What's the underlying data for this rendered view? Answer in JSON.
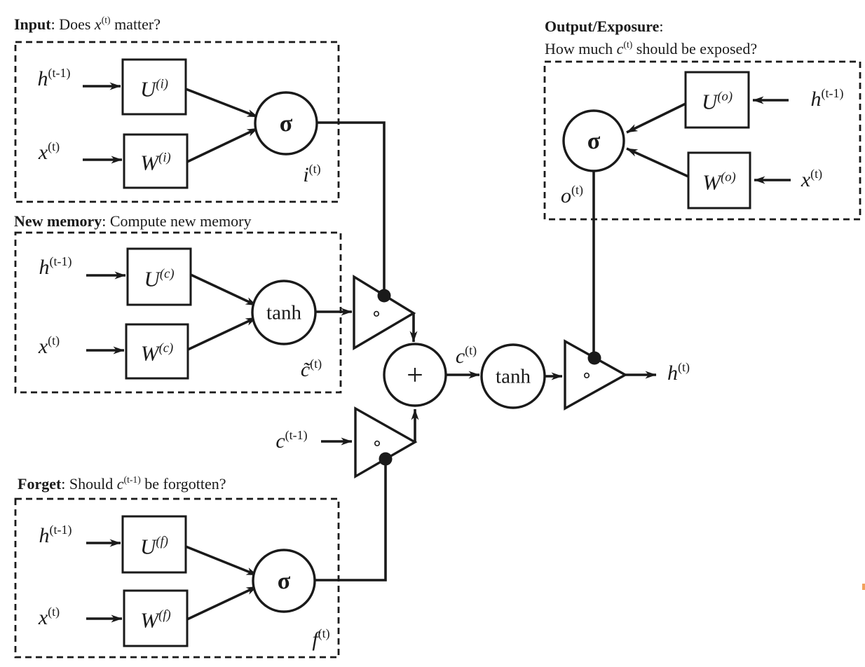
{
  "palette": {
    "ink": "#1a1a1a",
    "background": "#ffffff",
    "artifact_orange": "#f2a25c"
  },
  "gates": {
    "input": {
      "title_bold": "Input",
      "title_mid": ": Does ",
      "math_base": "x",
      "math_sup": "(t)",
      "title_tail": " matter?",
      "h_base": "h",
      "h_sup": "(t-1)",
      "u_base": "U",
      "u_sup": "(i)",
      "x_base": "x",
      "x_sup": "(t)",
      "w_base": "W",
      "w_sup": "(i)",
      "activation": "σ",
      "out_base": "i",
      "out_sup": "(t)"
    },
    "new_memory": {
      "title_bold": "New memory",
      "title_tail": ": Compute new memory",
      "h_base": "h",
      "h_sup": "(t-1)",
      "u_base": "U",
      "u_sup": "(c)",
      "x_base": "x",
      "x_sup": "(t)",
      "w_base": "W",
      "w_sup": "(c)",
      "activation": "tanh",
      "out_base": "c̃",
      "out_sup": "(t)"
    },
    "forget": {
      "title_bold": "Forget",
      "title_mid": ": Should ",
      "math_base": "c",
      "math_sup": "(t-1)",
      "title_tail": " be forgotten?",
      "h_base": "h",
      "h_sup": "(t-1)",
      "u_base": "U",
      "u_sup": "(f)",
      "x_base": "x",
      "x_sup": "(t)",
      "w_base": "W",
      "w_sup": "(f)",
      "activation": "σ",
      "out_base": "f",
      "out_sup": "(t)"
    },
    "output": {
      "title_bold": "Output/Exposure",
      "title_colon": ":",
      "title_line2_pre": "How much ",
      "math_base": "c",
      "math_sup": "(t)",
      "title_line2_tail": " should be exposed?",
      "h_base": "h",
      "h_sup": "(t-1)",
      "u_base": "U",
      "u_sup": "(o)",
      "x_base": "x",
      "x_sup": "(t)",
      "w_base": "W",
      "w_sup": "(o)",
      "activation": "σ",
      "out_base": "o",
      "out_sup": "(t)"
    }
  },
  "center": {
    "c_prev_base": "c",
    "c_prev_sup": "(t-1)",
    "sum": "+",
    "c_base": "c",
    "c_sup": "(t)",
    "tanh": "tanh",
    "h_base": "h",
    "h_sup": "(t)",
    "hadamard": "∘"
  }
}
